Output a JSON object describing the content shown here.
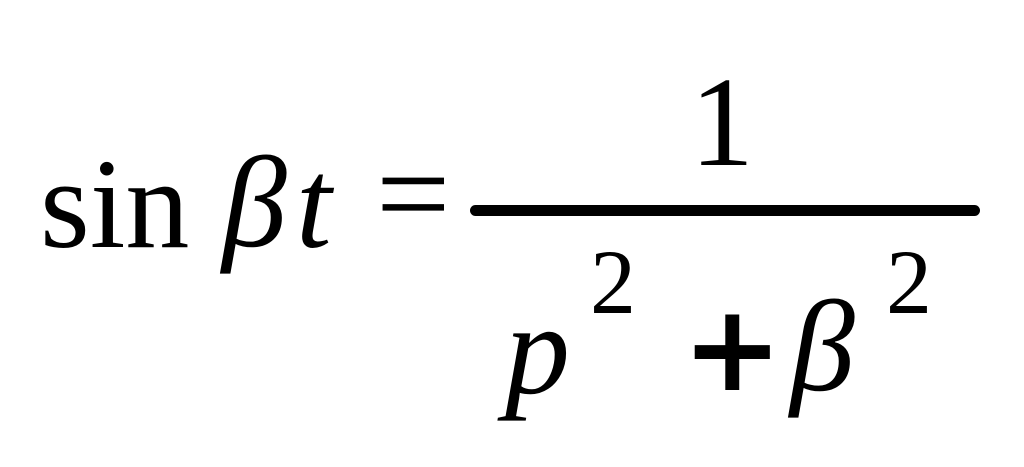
{
  "formula": {
    "lhs": {
      "function": "sin",
      "variable_greek": "β",
      "variable": "t"
    },
    "equals": "=",
    "rhs": {
      "numerator": "1",
      "denominator": {
        "term1_base": "p",
        "term1_exponent": "2",
        "operator": "+",
        "term2_base": "β",
        "term2_exponent": "2"
      }
    }
  }
}
